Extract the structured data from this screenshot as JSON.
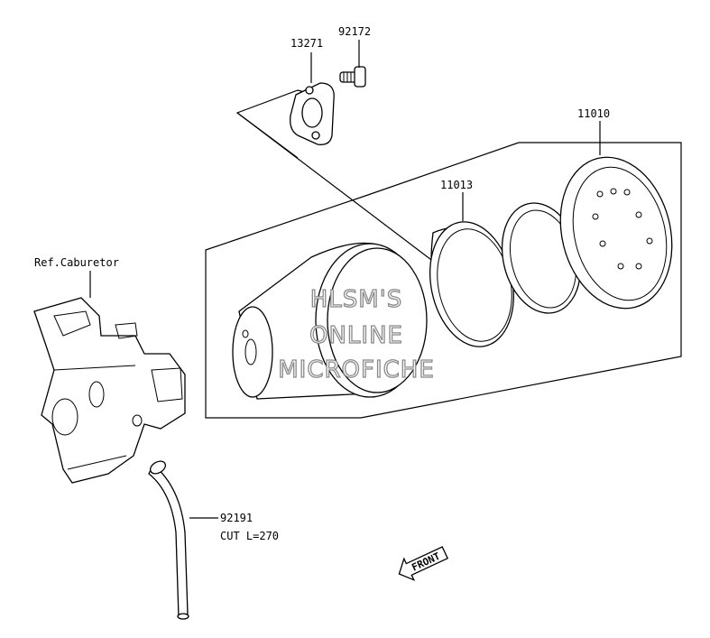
{
  "callouts": {
    "gasket": "13271",
    "bolt": "92172",
    "cleaner_assy": "11010",
    "element": "11013",
    "ref_carb": "Ref.Caburetor",
    "hose": "92191",
    "hose_cut": "CUT L=270"
  },
  "watermark": [
    "HLSM'S",
    "ONLINE",
    "MICROFICHE"
  ],
  "front_label": "FRONT"
}
